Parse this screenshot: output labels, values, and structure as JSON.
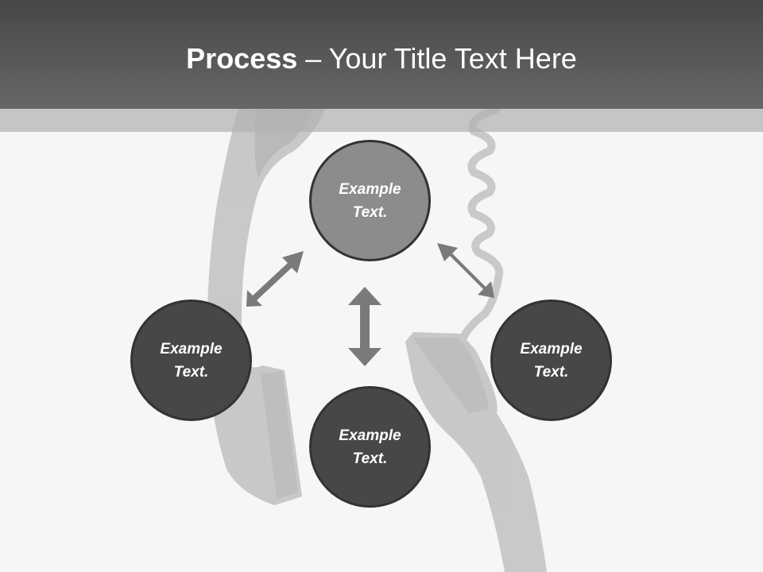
{
  "slide": {
    "title_strong": "Process",
    "title_rest": " – Your Title Text Here"
  },
  "diagram": {
    "nodes": {
      "top": {
        "text": "Example\nText."
      },
      "left": {
        "text": "Example\nText."
      },
      "right": {
        "text": "Example\nText."
      },
      "bottom": {
        "text": "Example\nText."
      }
    }
  },
  "colors": {
    "header": "#575757",
    "node_highlight": "#8c8c8c",
    "node_dark": "#474747",
    "arrow": "#7a7a7a"
  },
  "icons": [
    "double-arrow-icon",
    "telephone-handset-icon",
    "coiled-cord-icon"
  ]
}
